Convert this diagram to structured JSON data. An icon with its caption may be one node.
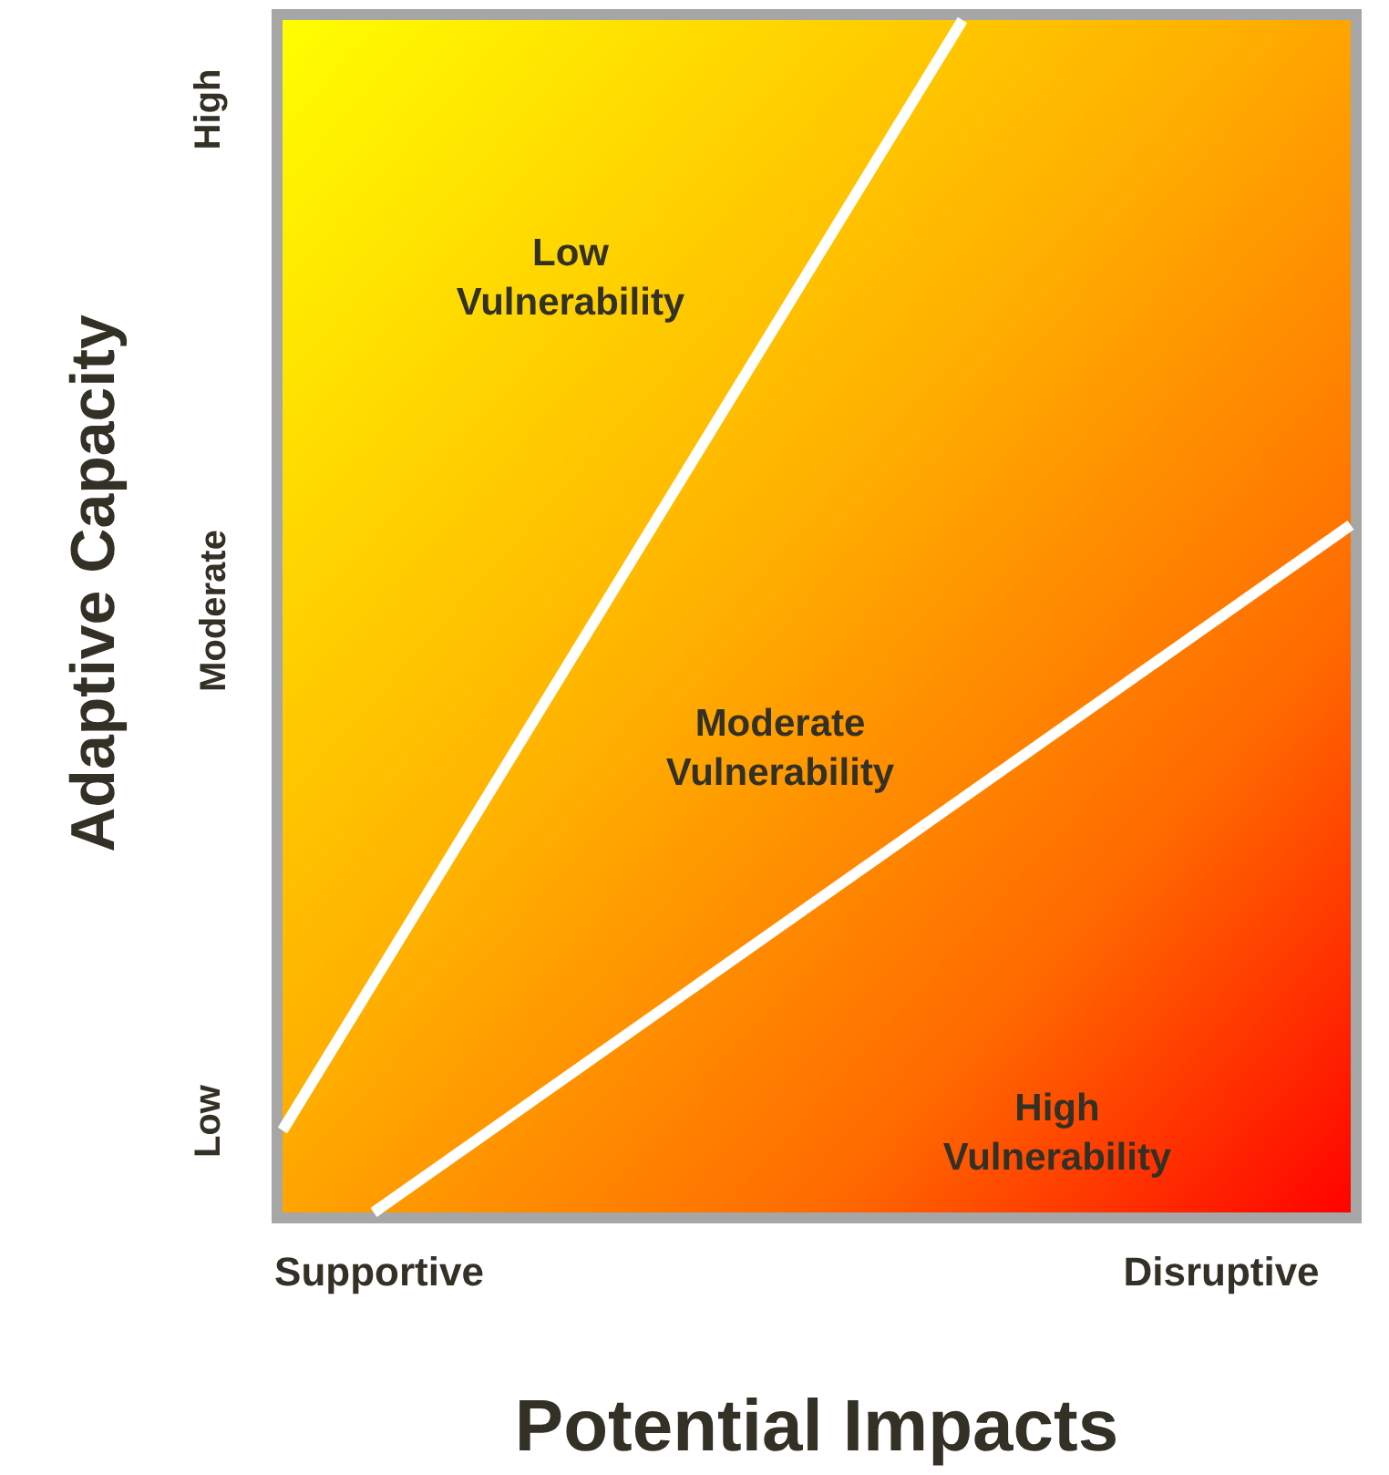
{
  "diagram": {
    "labels": [
      "High",
      "Low Vulnerability",
      "Adaptive Capacity",
      "Moderate",
      "Moderate Vulnerability",
      "Low",
      "High Vulnerability",
      "Supportive",
      "Disruptive",
      "Potential Impacts"
    ]
  }
}
